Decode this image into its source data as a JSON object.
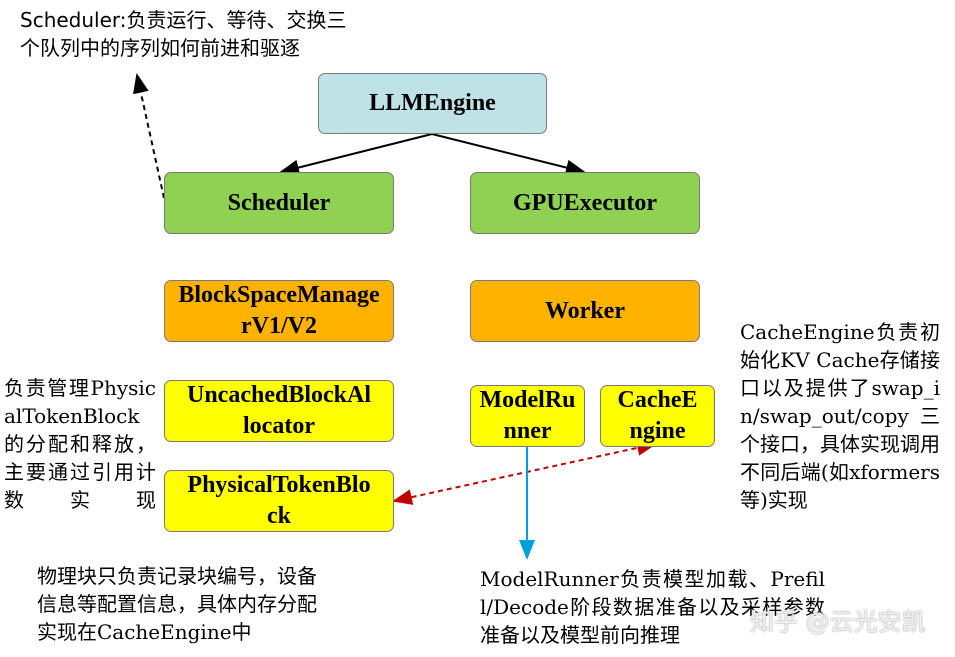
{
  "nodes": {
    "llm_engine": "LLMEngine",
    "scheduler": "Scheduler",
    "gpu_executor": "GPUExecutor",
    "block_space_manager": "BlockSpaceManagerV1/V2",
    "worker": "Worker",
    "uncached_block_allocator": "UncachedBlockAllocator",
    "model_runner": "ModelRunner",
    "cache_engine": "CacheEngine",
    "physical_token_block": "PhysicalTokenBlock"
  },
  "notes": {
    "scheduler_note": "Scheduler:负责运行、等待、交换三\n个队列中的序列如何前进和驱逐",
    "block_note": "负责管理PhysicalTokenBlock的分配和释放，主要通过引用计数实现",
    "physical_block_note": "物理块只负责记录块编号，设备\n信息等配置信息，具体内存分配\n实现在CacheEngine中",
    "cache_engine_note": "CacheEngine负责初始化KV Cache存储接口以及提供了swap_in/swap_out/copy三个接口，具体实现调用不同后端(如xformers等)实现",
    "model_runner_note": "ModelRunner负责模型加载、Prefill/Decode阶段数据准备以及采样参数准备以及模型前向推理"
  },
  "watermark": "知乎 @云光安凯",
  "colors": {
    "llm_engine": "#bfe2e6",
    "level2": "#8fd153",
    "level3": "#ffb300",
    "level4": "#ffff00",
    "dashed_link": "#c00000",
    "model_runner_arrow": "#00a0e0"
  }
}
